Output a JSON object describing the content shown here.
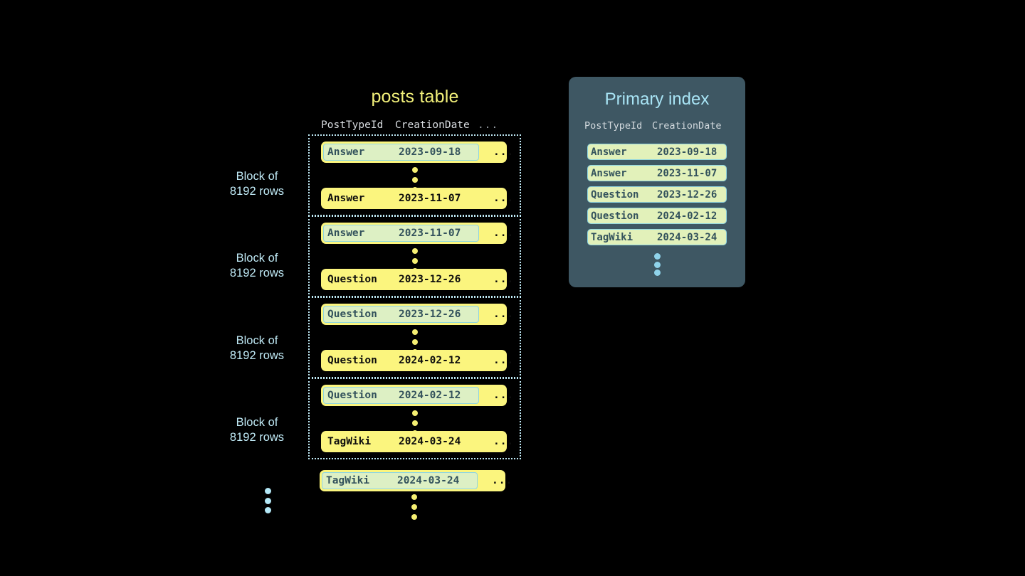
{
  "background_color": "#000000",
  "posts_table": {
    "title": "posts table",
    "columns": {
      "post_type_id": "PostTypeId",
      "creation_date": "CreationDate",
      "more": "..."
    },
    "block_label_line1": "Block of",
    "block_label_line2": "8192 rows",
    "row_ellipsis_label": "...",
    "blocks": [
      {
        "label_line1": "Block of",
        "label_line2": "8192 rows",
        "first_row": {
          "post_type_id": "Answer",
          "creation_date": "2023-09-18",
          "more": "...",
          "highlighted": true
        },
        "last_row": {
          "post_type_id": "Answer",
          "creation_date": "2023-11-07",
          "more": "...",
          "highlighted": false
        }
      },
      {
        "label_line1": "Block of",
        "label_line2": "8192 rows",
        "first_row": {
          "post_type_id": "Answer",
          "creation_date": "2023-11-07",
          "more": "...",
          "highlighted": true
        },
        "last_row": {
          "post_type_id": "Question",
          "creation_date": "2023-12-26",
          "more": "...",
          "highlighted": false
        }
      },
      {
        "label_line1": "Block of",
        "label_line2": "8192 rows",
        "first_row": {
          "post_type_id": "Question",
          "creation_date": "2023-12-26",
          "more": "...",
          "highlighted": true
        },
        "last_row": {
          "post_type_id": "Question",
          "creation_date": "2024-02-12",
          "more": "...",
          "highlighted": false
        }
      },
      {
        "label_line1": "Block of",
        "label_line2": "8192 rows",
        "first_row": {
          "post_type_id": "Question",
          "creation_date": "2024-02-12",
          "more": "...",
          "highlighted": true
        },
        "last_row": {
          "post_type_id": "TagWiki",
          "creation_date": "2024-03-24",
          "more": "...",
          "highlighted": false
        }
      }
    ],
    "trailing_row": {
      "post_type_id": "TagWiki",
      "creation_date": "2024-03-24",
      "more": "...",
      "highlighted": true
    }
  },
  "primary_index": {
    "title": "Primary index",
    "columns": {
      "post_type_id": "PostTypeId",
      "creation_date": "CreationDate"
    },
    "rows": [
      {
        "post_type_id": "Answer",
        "creation_date": "2023-09-18"
      },
      {
        "post_type_id": "Answer",
        "creation_date": "2023-11-07"
      },
      {
        "post_type_id": "Question",
        "creation_date": "2023-12-26"
      },
      {
        "post_type_id": "Question",
        "creation_date": "2024-02-12"
      },
      {
        "post_type_id": "TagWiki",
        "creation_date": "2024-03-24"
      }
    ]
  },
  "colors": {
    "row_yellow": "#fbf57e",
    "highlight_green": "#ddf0c4",
    "highlight_border_cyan": "#8fd5e0",
    "block_border_cyan": "#bfe9f5",
    "title_yellow": "#f2f07a",
    "index_panel_slate": "#3e5763",
    "index_title_cyan": "#a8e4f5",
    "index_row_green": "#e2f1ba",
    "dot_yellow": "#f5ef72",
    "dot_cyan": "#b4e8f7"
  }
}
